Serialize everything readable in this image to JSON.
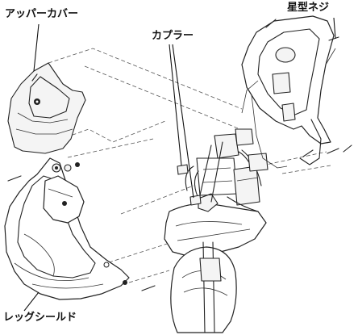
{
  "labels": {
    "upper_cover": "アッパーカバー",
    "coupler": "カプラー",
    "star_screw": "星型ネジ",
    "leg_shield": "レッグシールド"
  }
}
